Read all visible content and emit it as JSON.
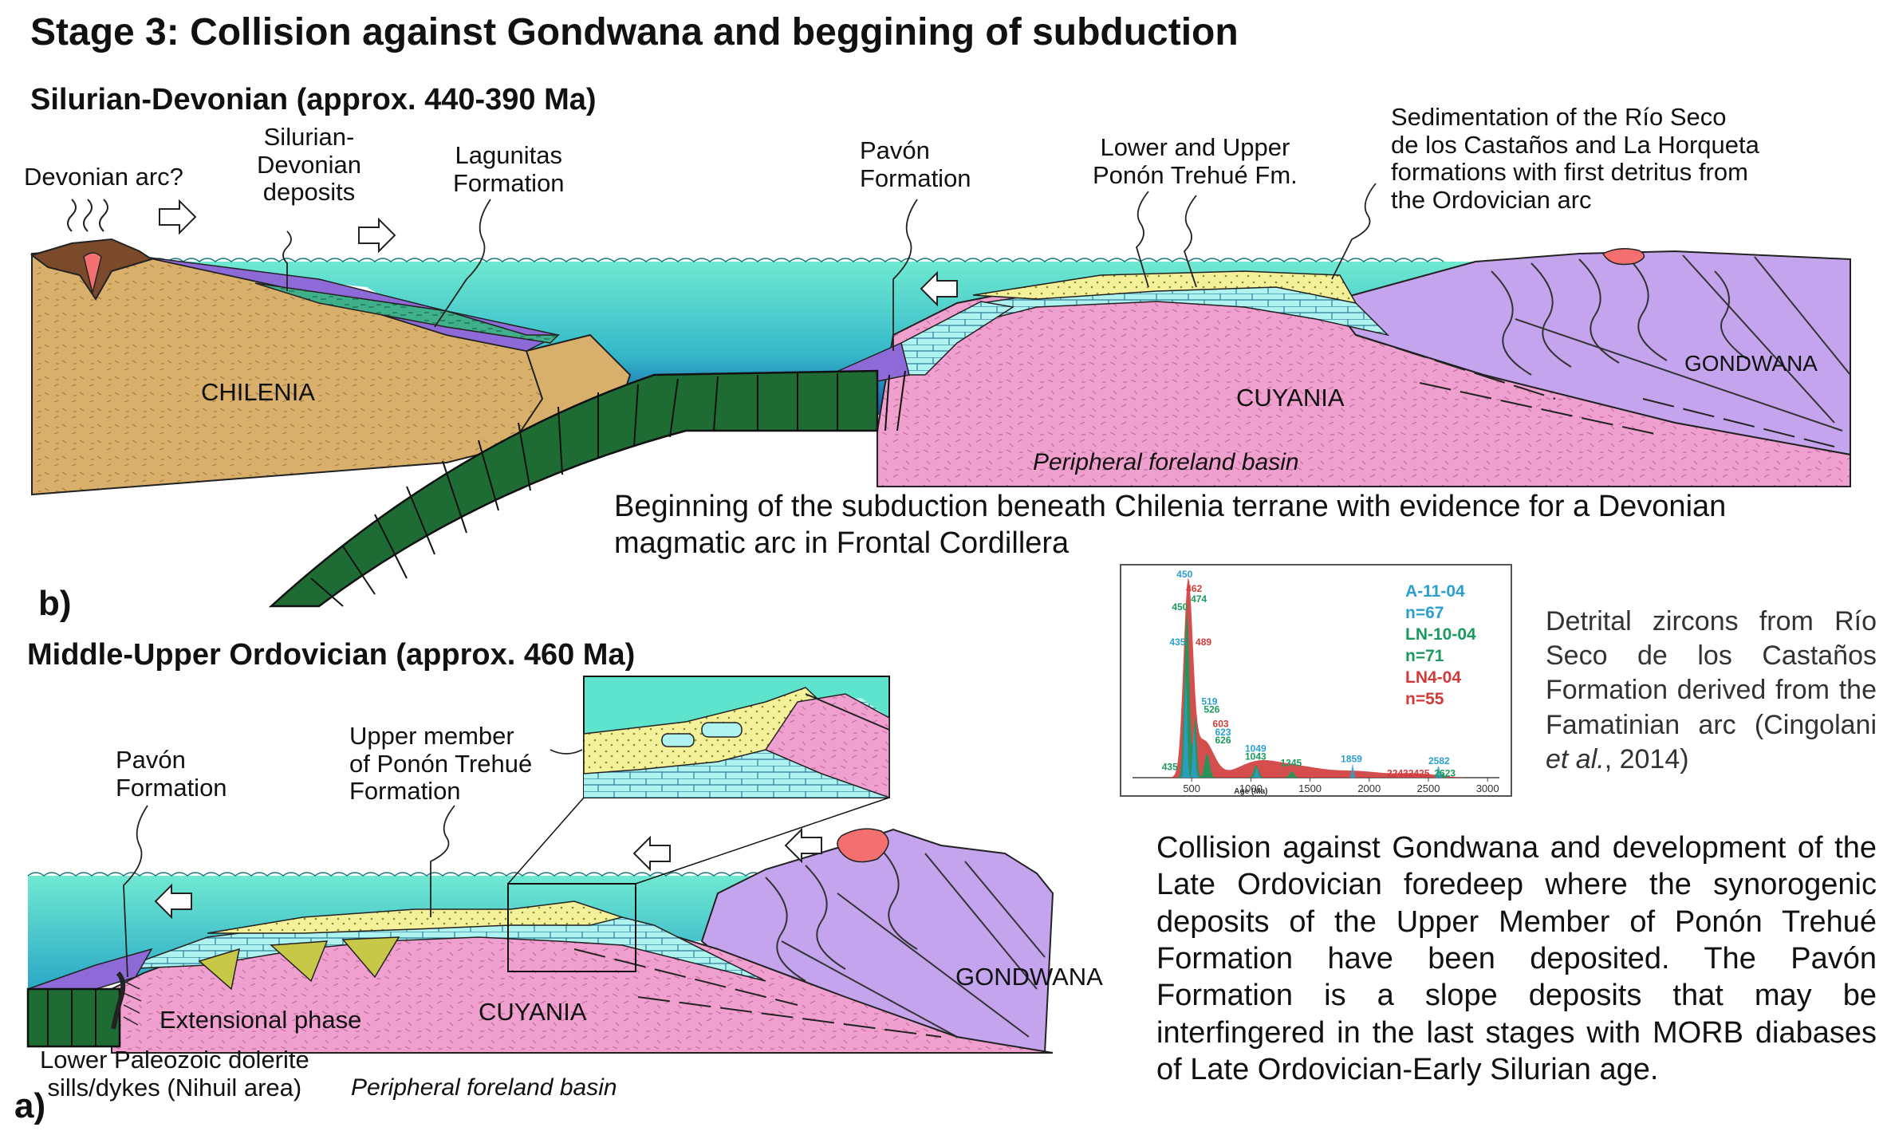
{
  "title": "Stage 3: Collision against Gondwana and beggining of subduction",
  "panel_b": {
    "letter": "b)",
    "period": "Silurian-Devonian (approx. 440-390 Ma)",
    "labels": {
      "devonian_arc": "Devonian arc?",
      "silurian_devonian_deposits": [
        "Silurian-",
        "Devonian",
        "deposits"
      ],
      "lagunitas": [
        "Lagunitas",
        "Formation"
      ],
      "pavon": [
        "Pavón",
        "Formation"
      ],
      "ponon_trehue": [
        "Lower and Upper",
        "Ponón Trehué Fm."
      ],
      "sedimentation": [
        "Sedimentation of the Río Seco",
        "de los Castaños and La Horqueta",
        "formations with first detritus from",
        "the Ordovician arc"
      ],
      "chilenia": "CHILENIA",
      "cuyania": "CUYANIA",
      "gondwana": "GONDWANA",
      "foreland": "Peripheral foreland basin"
    },
    "caption": [
      "Beginning of the subduction beneath Chilenia terrane with evidence for a Devonian",
      "magmatic arc in Frontal Cordillera"
    ]
  },
  "panel_a": {
    "letter": "a)",
    "period": "Middle-Upper Ordovician (approx. 460 Ma)",
    "labels": {
      "pavon": [
        "Pavón",
        "Formation"
      ],
      "upper_member": [
        "Upper member",
        "of Ponón Trehué",
        "Formation"
      ],
      "extensional": "Extensional phase",
      "dolerite": [
        "Lower Paleozoic dolerite",
        "sills/dykes (Nihuil area)"
      ],
      "cuyania": "CUYANIA",
      "gondwana": "GONDWANA",
      "foreland": "Peripheral foreland basin"
    },
    "caption": "Collision against Gondwana and development of the Late Ordovician foredeep where the synorogenic deposits of the Upper Member of Ponón Trehué Formation have been deposited. The Pavón Formation is a slope deposits that may be interfingered in the last stages with MORB diabases of Late Ordovician-Early Silurian age."
  },
  "zircon_note": {
    "text": "Detrital zircons from Río Seco de los Castaños Formation derived from the Famatinian arc",
    "citation_prefix": "(Cingolani ",
    "citation_italic": "et al.",
    "citation_suffix": ", 2014)"
  },
  "chart_data": {
    "type": "area",
    "xlabel": "Age (Ma)",
    "xlim": [
      0,
      3100
    ],
    "x_ticks": [
      "500",
      "1000",
      "1500",
      "2000",
      "2500",
      "3000"
    ],
    "series": [
      {
        "name": "A-11-04",
        "n": "n=67",
        "color": "#2a9fd0"
      },
      {
        "name": "LN-10-04",
        "n": "n=71",
        "color": "#1a9a5c"
      },
      {
        "name": "LN4-04",
        "n": "n=55",
        "color": "#d23a3a"
      }
    ],
    "peak_labels": [
      {
        "text": "450",
        "x": 440,
        "y": 1.0,
        "color": "#2a9fd0"
      },
      {
        "text": "462",
        "x": 520,
        "y": 0.93,
        "color": "#d23a3a"
      },
      {
        "text": "474",
        "x": 560,
        "y": 0.88,
        "color": "#1a9a5c"
      },
      {
        "text": "450",
        "x": 400,
        "y": 0.84,
        "color": "#1a9a5c"
      },
      {
        "text": "435",
        "x": 380,
        "y": 0.67,
        "color": "#2a9fd0"
      },
      {
        "text": "489",
        "x": 600,
        "y": 0.67,
        "color": "#d23a3a"
      },
      {
        "text": "519",
        "x": 650,
        "y": 0.38,
        "color": "#2a9fd0"
      },
      {
        "text": "526",
        "x": 670,
        "y": 0.34,
        "color": "#1a9a5c"
      },
      {
        "text": "603",
        "x": 745,
        "y": 0.27,
        "color": "#d23a3a"
      },
      {
        "text": "623",
        "x": 765,
        "y": 0.23,
        "color": "#2a9fd0"
      },
      {
        "text": "626",
        "x": 765,
        "y": 0.19,
        "color": "#1a9a5c"
      },
      {
        "text": "1049",
        "x": 1040,
        "y": 0.15,
        "color": "#2a9fd0"
      },
      {
        "text": "1043",
        "x": 1040,
        "y": 0.11,
        "color": "#1a9a5c"
      },
      {
        "text": "1345",
        "x": 1340,
        "y": 0.08,
        "color": "#1a9a5c"
      },
      {
        "text": "1859",
        "x": 1850,
        "y": 0.1,
        "color": "#2a9fd0"
      },
      {
        "text": "2243",
        "x": 2240,
        "y": 0.03,
        "color": "#d23a3a"
      },
      {
        "text": "2425",
        "x": 2420,
        "y": 0.03,
        "color": "#d23a3a"
      },
      {
        "text": "2582",
        "x": 2590,
        "y": 0.09,
        "color": "#2a9fd0"
      },
      {
        "text": "2623",
        "x": 2640,
        "y": 0.03,
        "color": "#1a9a5c"
      },
      {
        "text": "435",
        "x": 315,
        "y": 0.06,
        "color": "#1a9a5c"
      }
    ]
  },
  "colors": {
    "sea": "#5ee3cd",
    "chilenia": "#d8b06b",
    "cuyania": "#f0a0cf",
    "gondwana": "#c5a4ee",
    "slab": "#1f6b34",
    "purple_deposit": "#8e6ad8",
    "green_deposit": "#3fb08a",
    "yellow_deposit": "#f4f19a",
    "limestone": "#aff3f0",
    "arc": "#7a4a2a",
    "granite": "#f46f70",
    "olive": "#c8c848"
  }
}
